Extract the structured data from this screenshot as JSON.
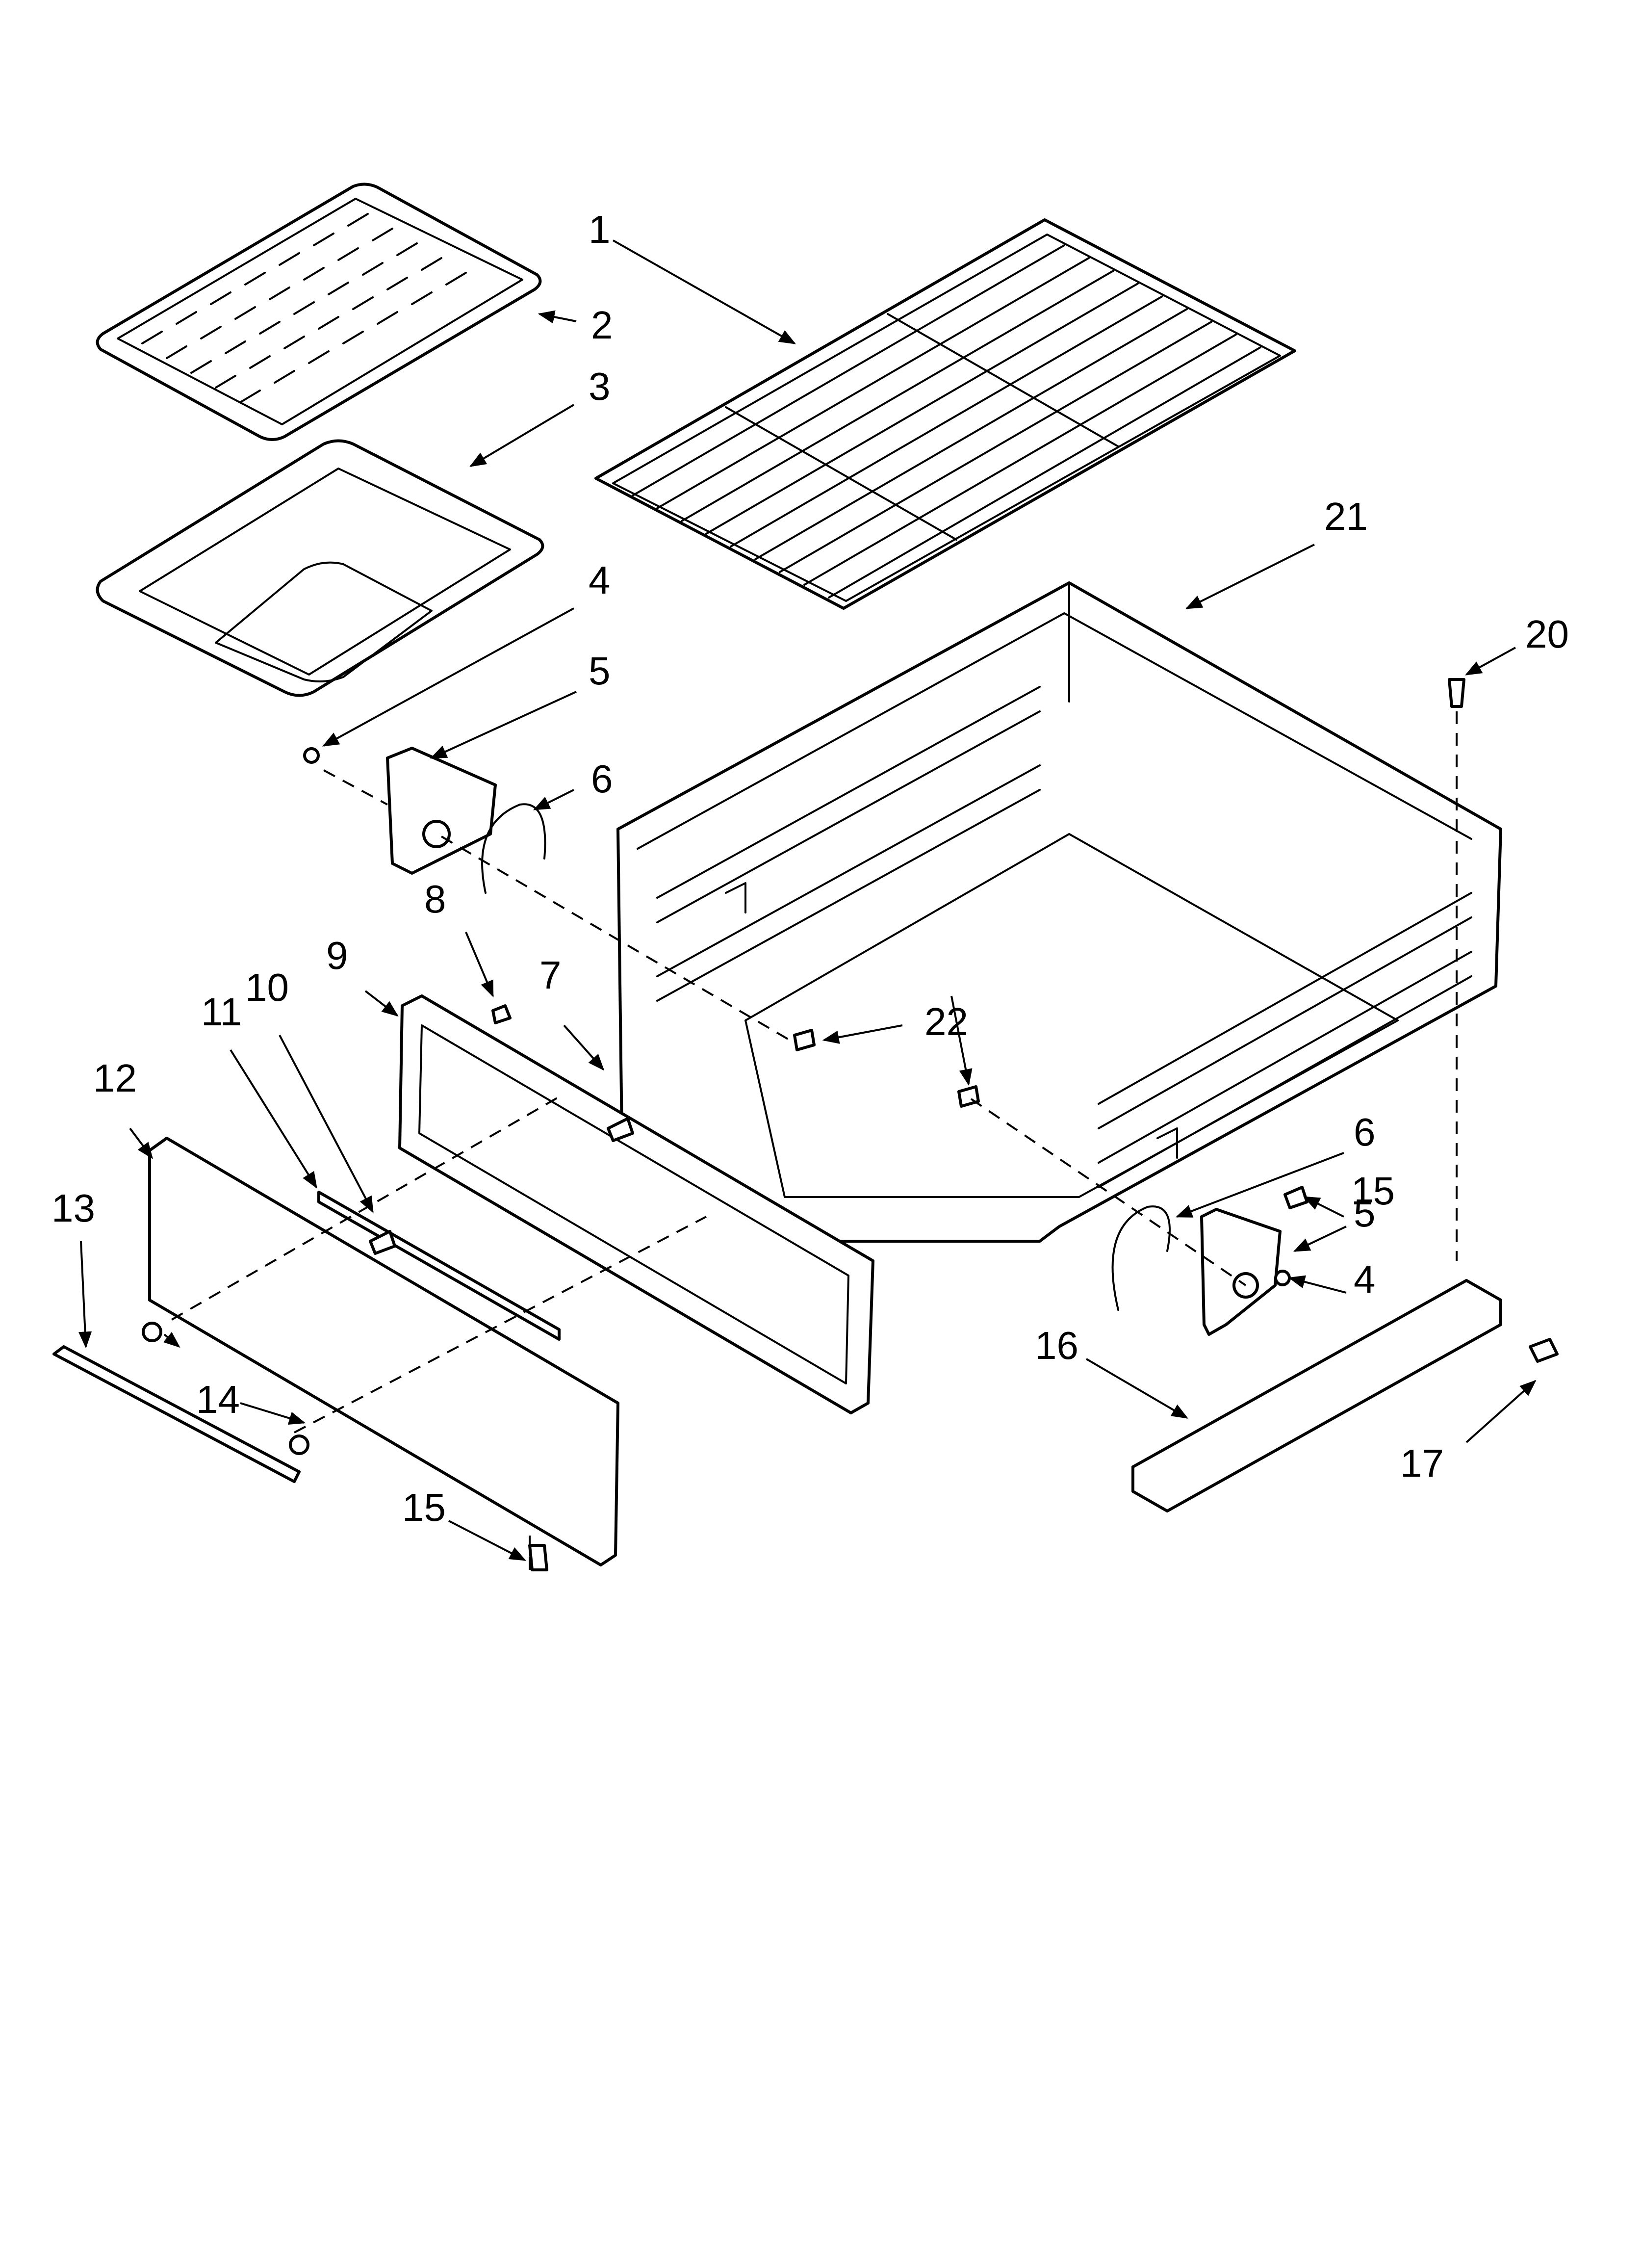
{
  "diagram": {
    "callouts": [
      {
        "id": "c1",
        "label": "1"
      },
      {
        "id": "c2",
        "label": "2"
      },
      {
        "id": "c3",
        "label": "3"
      },
      {
        "id": "c4a",
        "label": "4"
      },
      {
        "id": "c5a",
        "label": "5"
      },
      {
        "id": "c6a",
        "label": "6"
      },
      {
        "id": "c8",
        "label": "8"
      },
      {
        "id": "c9",
        "label": "9"
      },
      {
        "id": "c7",
        "label": "7"
      },
      {
        "id": "c10",
        "label": "10"
      },
      {
        "id": "c11",
        "label": "11"
      },
      {
        "id": "c12",
        "label": "12"
      },
      {
        "id": "c13",
        "label": "13"
      },
      {
        "id": "c14",
        "label": "14"
      },
      {
        "id": "c15a",
        "label": "15"
      },
      {
        "id": "c21",
        "label": "21"
      },
      {
        "id": "c20",
        "label": "20"
      },
      {
        "id": "c22",
        "label": "22"
      },
      {
        "id": "c6b",
        "label": "6"
      },
      {
        "id": "c15b",
        "label": "15"
      },
      {
        "id": "c5b",
        "label": "5"
      },
      {
        "id": "c4b",
        "label": "4"
      },
      {
        "id": "c16",
        "label": "16"
      },
      {
        "id": "c17",
        "label": "17"
      }
    ]
  }
}
